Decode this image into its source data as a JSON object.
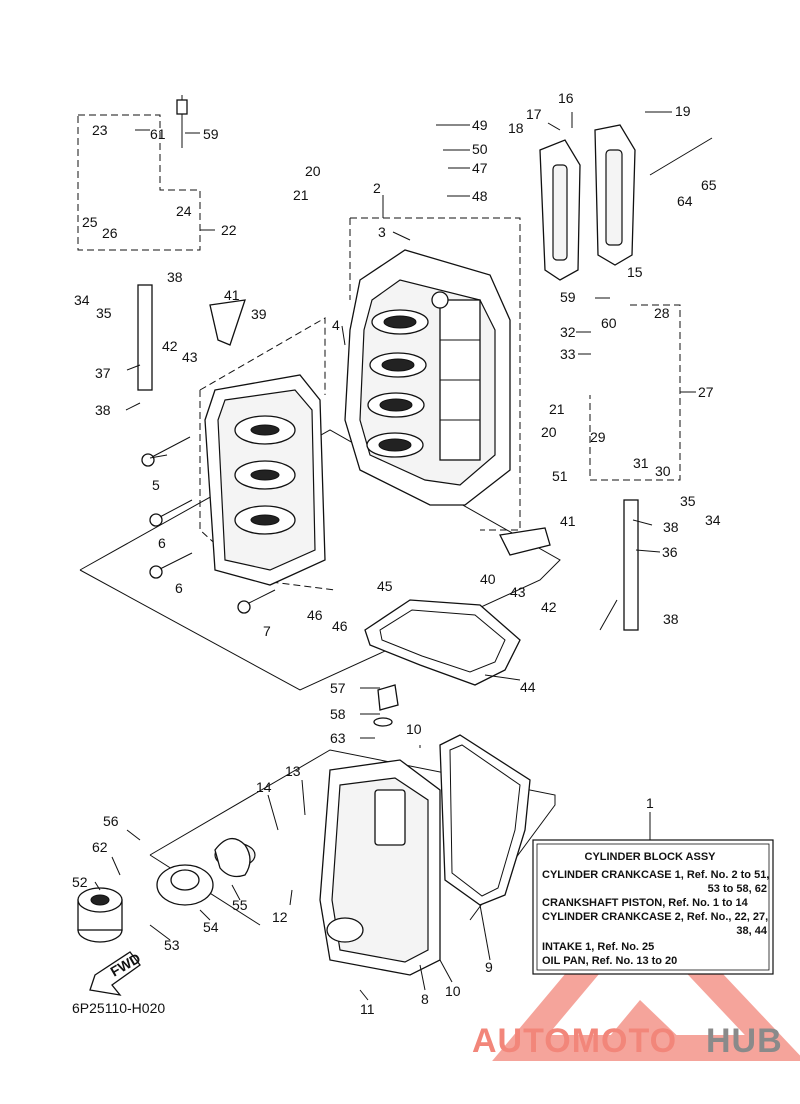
{
  "diagram_code": "6P25110-H020",
  "fwd_label": "FWD",
  "legend": {
    "ref": "1",
    "title": "CYLINDER BLOCK ASSY",
    "lines": [
      "CYLINDER CRANKCASE 1,  Ref. No. 2 to 51,",
      "53 to 58, 62",
      "CRANKSHAFT PISTON,  Ref. No. 1 to 14",
      "CYLINDER CRANKCASE 2,  Ref. No., 22, 27,",
      "38, 44",
      "INTAKE 1,  Ref. No. 25",
      "OIL PAN,  Ref. No. 13 to 20"
    ]
  },
  "watermark": {
    "part1": "AUTOMOTO",
    "part2": "HUB",
    "color_primary": "#f2867a",
    "color_secondary": "#8a8a8a"
  },
  "callouts": {
    "c1": "1",
    "c2": "2",
    "c3": "3",
    "c4": "4",
    "c5": "5",
    "c6a": "6",
    "c6b": "6",
    "c7": "7",
    "c8": "8",
    "c9": "9",
    "c10a": "10",
    "c10b": "10",
    "c11": "11",
    "c12": "12",
    "c13": "13",
    "c14": "14",
    "c15": "15",
    "c16": "16",
    "c17": "17",
    "c18": "18",
    "c19": "19",
    "c20a": "20",
    "c20b": "20",
    "c21a": "21",
    "c21b": "21",
    "c22": "22",
    "c23": "23",
    "c24": "24",
    "c25": "25",
    "c26": "26",
    "c27": "27",
    "c28": "28",
    "c29": "29",
    "c30": "30",
    "c31": "31",
    "c32": "32",
    "c33": "33",
    "c34a": "34",
    "c34b": "34",
    "c35a": "35",
    "c35b": "35",
    "c36": "36",
    "c37": "37",
    "c38a": "38",
    "c38b": "38",
    "c38c": "38",
    "c38d": "38",
    "c39": "39",
    "c40": "40",
    "c41a": "41",
    "c41b": "41",
    "c42a": "42",
    "c42b": "42",
    "c43a": "43",
    "c43b": "43",
    "c44": "44",
    "c45": "45",
    "c46a": "46",
    "c46b": "46",
    "c47": "47",
    "c48": "48",
    "c49": "49",
    "c50": "50",
    "c51": "51",
    "c52": "52",
    "c53": "53",
    "c54": "54",
    "c55": "55",
    "c56": "56",
    "c57": "57",
    "c58": "58",
    "c59a": "59",
    "c59b": "59",
    "c60": "60",
    "c61": "61",
    "c62": "62",
    "c63": "63",
    "c64": "64",
    "c65": "65"
  }
}
